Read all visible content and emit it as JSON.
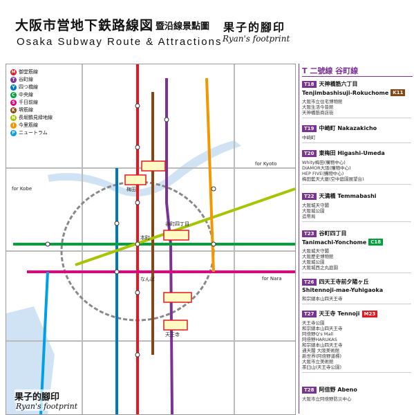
{
  "header": {
    "title_jp": "大阪市営地下鉄路線図",
    "title_sub": "暨沿線景點圖",
    "title_en": "Osaka Subway Route & Attractions",
    "brand_jp": "果子的腳印",
    "brand_en": "Ryan's footprint"
  },
  "map": {
    "legend": [
      {
        "letter": "M",
        "name": "御堂筋線",
        "color": "#e5171f"
      },
      {
        "letter": "T",
        "name": "谷町線",
        "color": "#7b3294"
      },
      {
        "letter": "Y",
        "name": "四つ橋線",
        "color": "#0078c1"
      },
      {
        "letter": "C",
        "name": "中央線",
        "color": "#00a13a"
      },
      {
        "letter": "S",
        "name": "千日前線",
        "color": "#e4007f"
      },
      {
        "letter": "K",
        "name": "堺筋線",
        "color": "#8b4513"
      },
      {
        "letter": "N",
        "name": "長堀鶴見緑地線",
        "color": "#a6c400"
      },
      {
        "letter": "I",
        "name": "今里筋線",
        "color": "#f39700"
      },
      {
        "letter": "P",
        "name": "ニュートラム",
        "color": "#00a0e9"
      }
    ],
    "labels": {
      "for_kyoto": "for Kyoto",
      "for_kobe": "for Kobe",
      "for_nara": "for Nara",
      "umeda": "梅田",
      "namba": "なんば",
      "tennoji": "天王寺",
      "hommachi": "本町",
      "tanimachi4": "谷町四丁目"
    },
    "brand_jp": "果子的腳印",
    "brand_en": "Ryan's footprint"
  },
  "panel": {
    "title": "T 二號線 谷町線",
    "stops": [
      {
        "code": "T18",
        "name": "天神橋筋六丁目",
        "en": "Tenjimbashisuji-Rokuchome",
        "xfer": "K11",
        "xfer_color": "#8b4513",
        "attractions": [
          "大阪市立住宅博物館",
          "大阪生活今昔館",
          "天神橋筋商店街"
        ]
      },
      {
        "code": "T19",
        "name": "中崎町 Nakazakicho",
        "en": "",
        "xfer": "",
        "xfer_color": "",
        "attractions": [
          "中崎町"
        ]
      },
      {
        "code": "T20",
        "name": "東梅田 Higashi-Umeda",
        "en": "",
        "xfer": "",
        "xfer_color": "",
        "attractions": [
          "Whity梅田(購物中心)",
          "DIAMOR大阪(購物中心)",
          "HEP FIVE(購物中心)",
          "梅田藍天大廈(空中庭園展望台)"
        ]
      },
      {
        "code": "T22",
        "name": "天満橋 Temmabashi",
        "en": "",
        "xfer": "",
        "xfer_color": "",
        "attractions": [
          "大阪城天守閣",
          "大阪城公園",
          "造幣局"
        ]
      },
      {
        "code": "T23",
        "name": "谷町四丁目",
        "en": "Tanimachi-Yonchome",
        "xfer": "C18",
        "xfer_color": "#00a13a",
        "attractions": [
          "大阪城天守閣",
          "大阪歷史博物館",
          "大阪城公園",
          "大阪城西之丸庭園"
        ]
      },
      {
        "code": "T26",
        "name": "四天王寺前夕陽ヶ丘",
        "en": "Shitennoji-mae-Yuhigaoka",
        "xfer": "",
        "xfer_color": "",
        "attractions": [
          "和宗總本山四天王寺"
        ]
      },
      {
        "code": "T27",
        "name": "天王寺 Tennoji",
        "en": "",
        "xfer": "M23",
        "xfer_color": "#e5171f",
        "attractions": [
          "天王寺公園",
          "和宗總本山四天王寺",
          "阿倍野Q's Mall",
          "阿倍野HARUKAS",
          "和宗總本山四天王寺",
          "通天閣 大阪美術館",
          "新世界(阿倍野道標)",
          "大阪市立美術館",
          "茶臼山(天王寺公園)"
        ]
      },
      {
        "code": "T28",
        "name": "阿倍野 Abeno",
        "en": "",
        "xfer": "",
        "xfer_color": "",
        "attractions": [
          "大阪市立阿倍野防災中心"
        ]
      }
    ]
  }
}
